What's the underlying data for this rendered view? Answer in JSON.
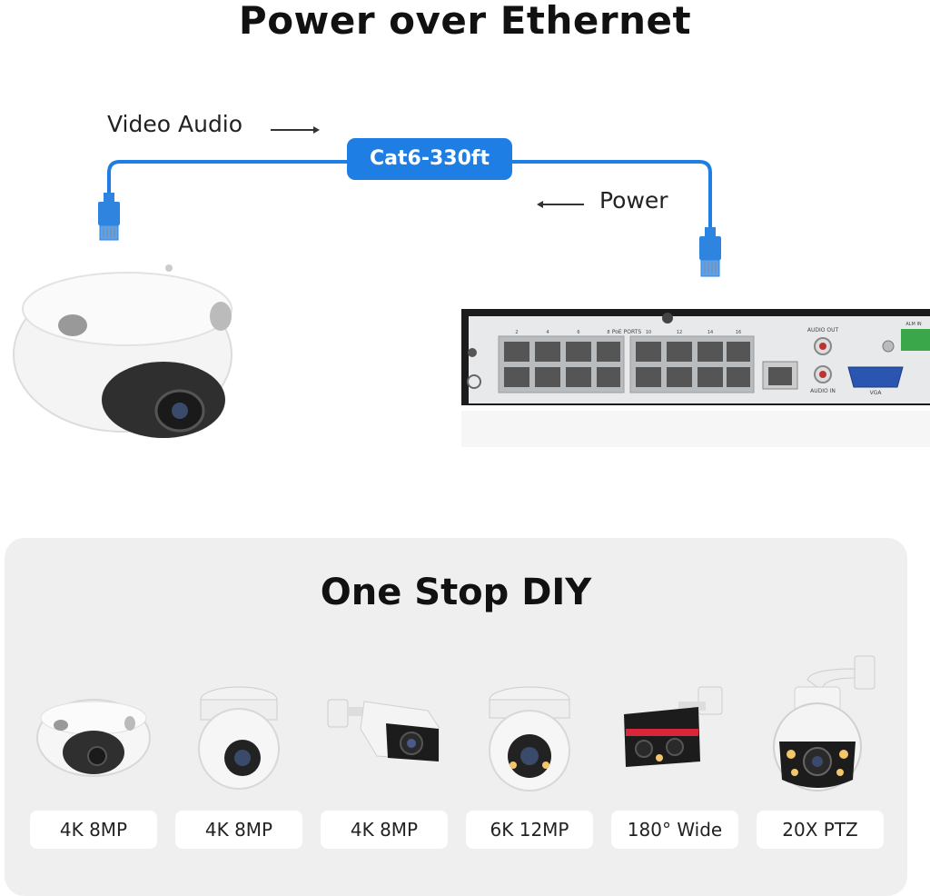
{
  "title": "Power over Ethernet",
  "diagram": {
    "video_audio_label": "Video Audio",
    "cable_label": "Cat6-330ft",
    "power_label": "Power",
    "nvr": {
      "poe_ports_label": "PoE PORTS",
      "port_numbers": [
        "2",
        "4",
        "6",
        "8",
        "10",
        "12",
        "14",
        "16"
      ],
      "audio_out_label": "AUDIO OUT",
      "audio_in_label": "AUDIO IN",
      "vga_label": "VGA",
      "alarm_label": "ALM IN"
    },
    "colors": {
      "cable": "#1e7ee4",
      "connector": "#2f84e0"
    }
  },
  "panel": {
    "title": "One Stop DIY",
    "cameras": [
      {
        "label": "4K 8MP",
        "icon": "turret-dome-camera-icon"
      },
      {
        "label": "4K 8MP",
        "icon": "turret-eyeball-camera-icon"
      },
      {
        "label": "4K 8MP",
        "icon": "bullet-camera-icon"
      },
      {
        "label": "6K 12MP",
        "icon": "color-turret-camera-icon"
      },
      {
        "label": "180° Wide",
        "icon": "dual-lens-camera-icon"
      },
      {
        "label": "20X PTZ",
        "icon": "ptz-camera-icon"
      }
    ]
  }
}
